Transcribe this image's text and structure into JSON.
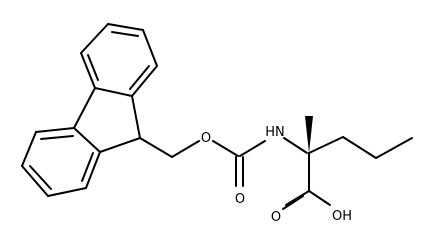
{
  "molecule": {
    "atom_labels": {
      "ester_oxygen": "O",
      "carbonyl_oxygen": "O",
      "amide_nitrogen": "HN",
      "acid_oxygen": "O",
      "acid_hydroxyl": "OH"
    }
  }
}
